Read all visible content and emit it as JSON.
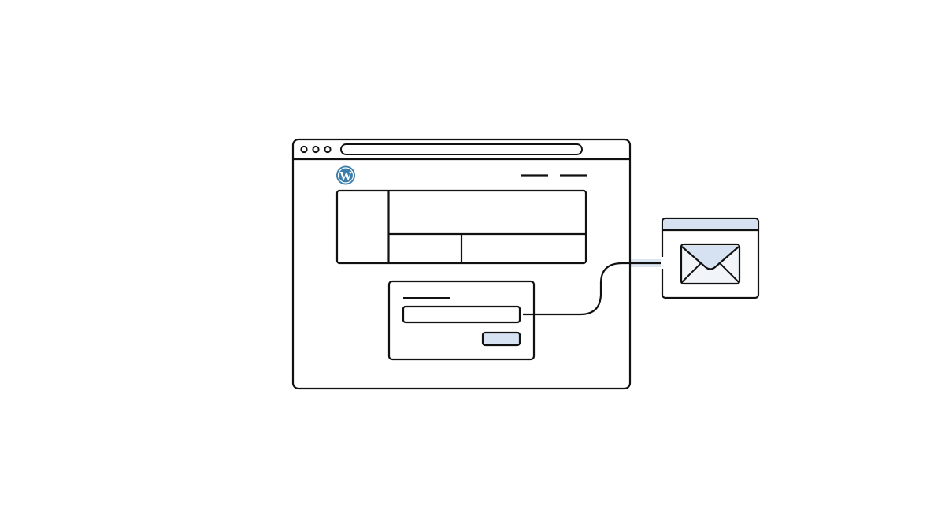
{
  "illustration": {
    "description": "Browser window showing a WordPress site with a form connected to an email notification",
    "colors": {
      "stroke": "#111111",
      "accent_fill": "#d6e2f1",
      "accent_glow": "#dbe6f3",
      "wordpress_blue": "#3c7eab",
      "background": "#ffffff"
    },
    "browser": {
      "window_dots": 3,
      "logo": "wordpress-logo",
      "nav_links": 2
    },
    "form": {
      "label_line": true,
      "input_field": true,
      "submit_button": true
    },
    "email_window": {
      "icon": "envelope-icon"
    }
  }
}
